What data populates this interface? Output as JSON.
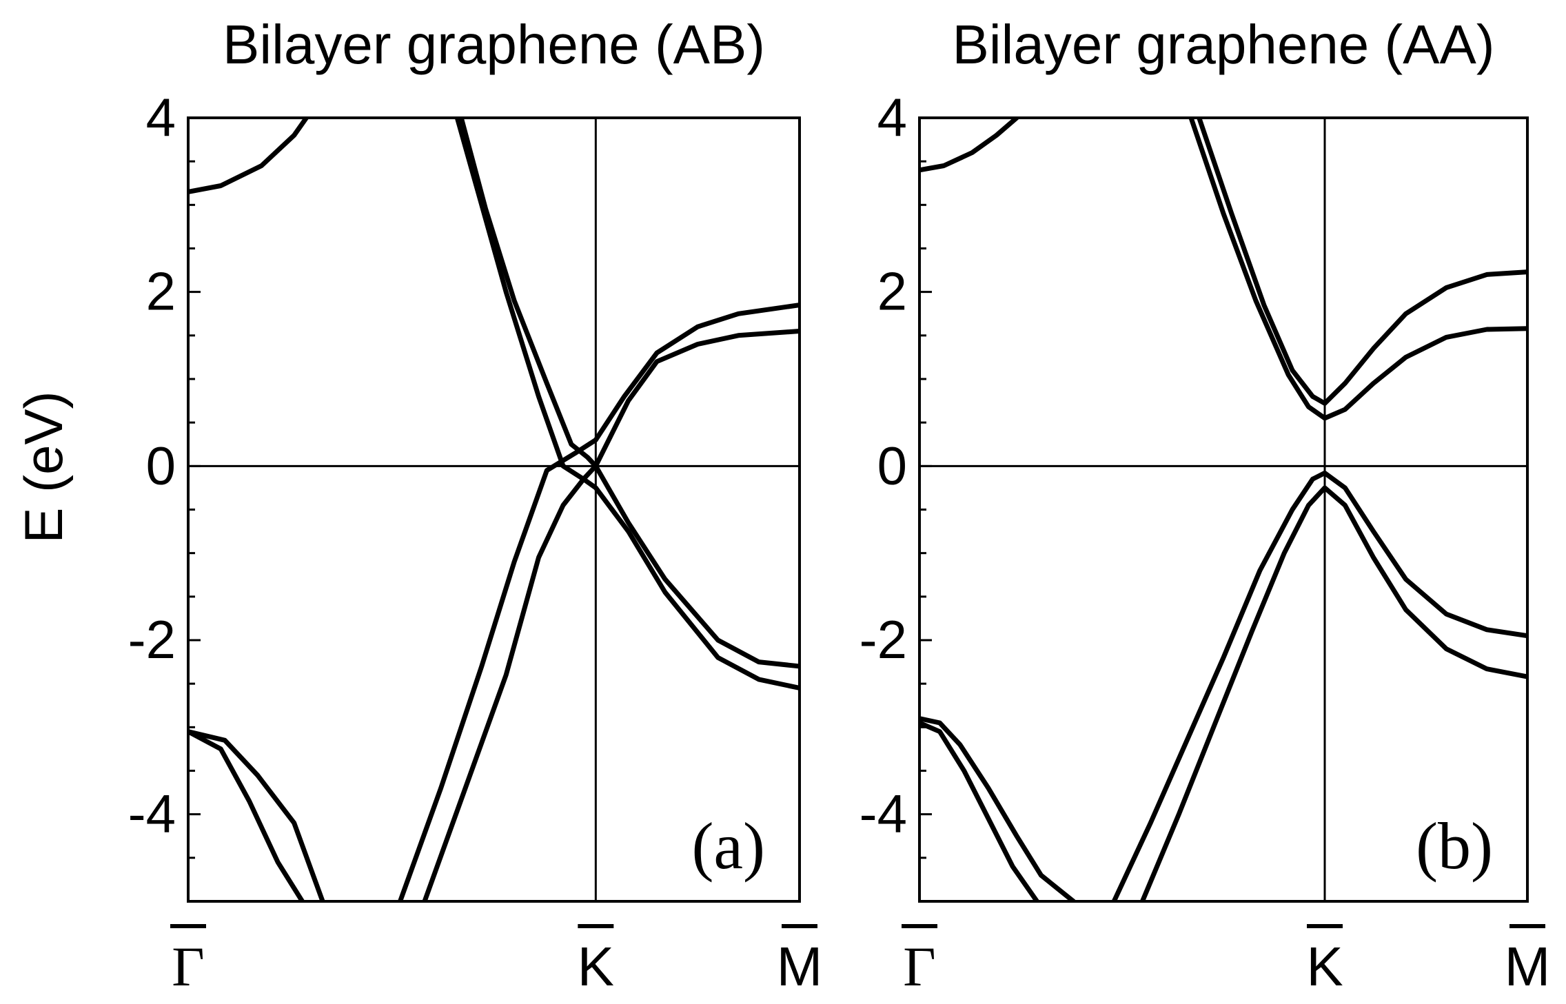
{
  "figure": {
    "ylabel": "E (eV)"
  },
  "chart_data": [
    {
      "type": "line",
      "title": "Bilayer graphene (AB)",
      "panel_label": "(a)",
      "ylabel": "E (eV)",
      "ylim": [
        -5,
        4
      ],
      "xlim": [
        0,
        1.5
      ],
      "yticks": [
        "4",
        "2",
        "0",
        "-2",
        "-4"
      ],
      "xticks": [
        {
          "x": 0,
          "label": "Γ"
        },
        {
          "x": 1,
          "label": "K"
        },
        {
          "x": 1.5,
          "label": "M"
        }
      ],
      "grid": false,
      "reference_lines": {
        "vertical_x": 1,
        "horizontal_y": 0
      },
      "series": [
        {
          "x": [
            0,
            0.08,
            0.18,
            0.26,
            0.29
          ],
          "y": [
            3.15,
            3.22,
            3.45,
            3.8,
            4.0
          ]
        },
        {
          "x": [
            0.66,
            0.72,
            0.78,
            0.86,
            0.92,
            0.97,
            1.0,
            1.08,
            1.17,
            1.3,
            1.4,
            1.5
          ],
          "y": [
            4.0,
            3.0,
            2.0,
            0.8,
            0.0,
            -0.15,
            -0.25,
            -0.75,
            -1.45,
            -2.2,
            -2.45,
            -2.55
          ]
        },
        {
          "x": [
            0.67,
            0.73,
            0.8,
            0.88,
            0.94,
            0.98,
            1.0,
            1.08,
            1.17,
            1.3,
            1.4,
            1.5
          ],
          "y": [
            4.0,
            2.95,
            1.9,
            0.95,
            0.25,
            0.1,
            0.0,
            -0.65,
            -1.3,
            -2.0,
            -2.25,
            -2.3
          ]
        },
        {
          "x": [
            0.52,
            0.62,
            0.72,
            0.8,
            0.88,
            0.95,
            1.0,
            1.07,
            1.15,
            1.25,
            1.35,
            1.5
          ],
          "y": [
            -5.0,
            -3.7,
            -2.3,
            -1.1,
            -0.05,
            0.15,
            0.3,
            0.8,
            1.3,
            1.6,
            1.75,
            1.85
          ]
        },
        {
          "x": [
            0.58,
            0.68,
            0.78,
            0.86,
            0.92,
            0.97,
            1.0,
            1.08,
            1.15,
            1.25,
            1.35,
            1.5
          ],
          "y": [
            -5.0,
            -3.7,
            -2.4,
            -1.05,
            -0.45,
            -0.15,
            0.0,
            0.75,
            1.2,
            1.4,
            1.5,
            1.55
          ]
        },
        {
          "x": [
            0,
            0.09,
            0.17,
            0.26,
            0.33
          ],
          "y": [
            -3.05,
            -3.15,
            -3.55,
            -4.1,
            -5.0
          ]
        },
        {
          "x": [
            0,
            0.08,
            0.15,
            0.22,
            0.28
          ],
          "y": [
            -3.05,
            -3.25,
            -3.85,
            -4.55,
            -5.0
          ]
        }
      ]
    },
    {
      "type": "line",
      "title": "Bilayer graphene (AA)",
      "panel_label": "(b)",
      "ylabel": "",
      "ylim": [
        -5,
        4
      ],
      "xlim": [
        0,
        1.5
      ],
      "yticks": [
        "4",
        "2",
        "0",
        "-2",
        "-4"
      ],
      "xticks": [
        {
          "x": 0,
          "label": "Γ"
        },
        {
          "x": 1,
          "label": "K"
        },
        {
          "x": 1.5,
          "label": "M"
        }
      ],
      "grid": false,
      "reference_lines": {
        "vertical_x": 1,
        "horizontal_y": 0
      },
      "series": [
        {
          "x": [
            0,
            0.06,
            0.13,
            0.19,
            0.24
          ],
          "y": [
            3.4,
            3.45,
            3.6,
            3.8,
            4.0
          ]
        },
        {
          "x": [
            0.67,
            0.75,
            0.83,
            0.91,
            0.96,
            1.0,
            1.05,
            1.12,
            1.2,
            1.3,
            1.4,
            1.5
          ],
          "y": [
            4.0,
            2.9,
            1.9,
            1.05,
            0.68,
            0.55,
            0.65,
            0.95,
            1.25,
            1.48,
            1.57,
            1.58
          ]
        },
        {
          "x": [
            0.69,
            0.77,
            0.85,
            0.92,
            0.97,
            1.0,
            1.05,
            1.12,
            1.2,
            1.3,
            1.4,
            1.5
          ],
          "y": [
            4.0,
            2.9,
            1.85,
            1.1,
            0.8,
            0.72,
            0.95,
            1.35,
            1.75,
            2.05,
            2.2,
            2.23
          ]
        },
        {
          "x": [
            0.48,
            0.57,
            0.66,
            0.75,
            0.84,
            0.92,
            0.97,
            1.0,
            1.05,
            1.12,
            1.2,
            1.3,
            1.4,
            1.5
          ],
          "y": [
            -5.0,
            -4.1,
            -3.15,
            -2.2,
            -1.2,
            -0.5,
            -0.15,
            -0.08,
            -0.25,
            -0.75,
            -1.3,
            -1.7,
            -1.88,
            -1.95
          ]
        },
        {
          "x": [
            0.55,
            0.64,
            0.73,
            0.82,
            0.9,
            0.96,
            1.0,
            1.05,
            1.12,
            1.2,
            1.3,
            1.4,
            1.5
          ],
          "y": [
            -5.0,
            -4.0,
            -2.95,
            -1.9,
            -1.0,
            -0.45,
            -0.25,
            -0.45,
            -1.05,
            -1.65,
            -2.1,
            -2.33,
            -2.42
          ]
        },
        {
          "x": [
            0,
            0.05,
            0.1,
            0.17,
            0.24,
            0.3,
            0.38
          ],
          "y": [
            -2.9,
            -2.95,
            -3.2,
            -3.7,
            -4.25,
            -4.7,
            -5.0
          ]
        },
        {
          "x": [
            0,
            0.05,
            0.11,
            0.17,
            0.23,
            0.29
          ],
          "y": [
            -2.95,
            -3.05,
            -3.5,
            -4.05,
            -4.6,
            -5.0
          ]
        }
      ]
    }
  ]
}
